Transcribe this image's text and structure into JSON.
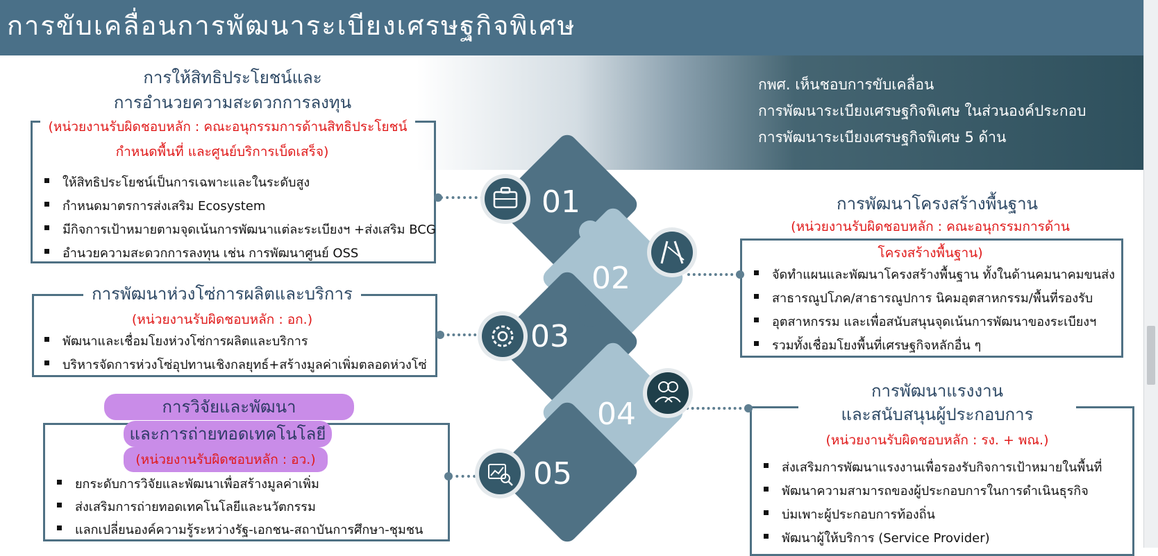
{
  "header": {
    "title": "การขับเคลื่อนการพัฒนาระเบียงเศรษฐกิจพิเศษ"
  },
  "banner": {
    "lines": [
      "กพศ. เห็นชอบการขับเคลื่อน",
      "การพัฒนาระเบียงเศรษฐกิจพิเศษ ในส่วนองค์ประกอบ",
      "การพัฒนาระเบียงเศรษฐกิจพิเศษ 5 ด้าน"
    ]
  },
  "steps": [
    "01",
    "02",
    "03",
    "04",
    "05"
  ],
  "icons": [
    "briefcase-icon",
    "road-icon",
    "gear-icon",
    "people-icon",
    "research-chart-icon"
  ],
  "colors": {
    "header": "#4a7088",
    "title_text": "#2f4a66",
    "responsible": "#e01b1b",
    "puzzle_dark": "#4f7184",
    "puzzle_light": "#a7c2d0",
    "pill": "#c98ce8"
  },
  "sections": {
    "s1": {
      "title": [
        "การให้สิทธิประโยชน์และ",
        "การอำนวยความสะดวกการลงทุน"
      ],
      "responsible": [
        "(หน่วยงานรับผิดชอบหลัก : คณะอนุกรรมการด้านสิทธิประโยชน์",
        "กำหนดพื้นที่ และศูนย์บริการเบ็ดเสร็จ)"
      ],
      "items": [
        "ให้สิทธิประโยชน์เป็นการเฉพาะและในระดับสูง",
        "กำหนดมาตรการส่งเสริม Ecosystem",
        "มีกิจการเป้าหมายตามจุดเน้นการพัฒนาแต่ละระเบียงฯ +ส่งเสริม BCG",
        "อำนวยความสะดวกการลงทุน เช่น การพัฒนาศูนย์ OSS"
      ]
    },
    "s2": {
      "title": "การพัฒนาโครงสร้างพื้นฐาน",
      "responsible": [
        "(หน่วยงานรับผิดชอบหลัก : คณะอนุกรรมการด้าน",
        "โครงสร้างพื้นฐาน)"
      ],
      "items": [
        "จัดทำแผนและพัฒนาโครงสร้างพื้นฐาน ทั้งในด้านคมนาคมขนส่ง",
        "สาธารณูปโภค/สาธารณูปการ นิคมอุตสาหกรรม/พื้นที่รองรับ",
        "อุตสาหกรรม และเพื่อสนับสนุนจุดเน้นการพัฒนาของระเบียงฯ",
        "รวมทั้งเชื่อมโยงพื้นที่เศรษฐกิจหลักอื่น ๆ"
      ]
    },
    "s3": {
      "title": "การพัฒนาห่วงโซ่การผลิตและบริการ",
      "responsible": "(หน่วยงานรับผิดชอบหลัก : อก.)",
      "items": [
        "พัฒนาและเชื่อมโยงห่วงโซ่การผลิตและบริการ",
        "บริหารจัดการห่วงโซ่อุปทานเชิงกลยุทธ์+สร้างมูลค่าเพิ่มตลอดห่วงโซ่"
      ]
    },
    "s4": {
      "title": [
        "การพัฒนาแรงงาน",
        "และสนับสนุนผู้ประกอบการ"
      ],
      "responsible": "(หน่วยงานรับผิดชอบหลัก : รง. + พณ.)",
      "items": [
        "ส่งเสริมการพัฒนาแรงงานเพื่อรองรับกิจการเป้าหมายในพื้นที่",
        "พัฒนาความสามารถของผู้ประกอบการในการดำเนินธุรกิจ",
        "บ่มเพาะผู้ประกอบการท้องถิ่น",
        "พัฒนาผู้ให้บริการ (Service Provider)"
      ]
    },
    "s5": {
      "title": [
        "การวิจัยและพัฒนา",
        "และการถ่ายทอดเทคโนโลยี"
      ],
      "responsible": "(หน่วยงานรับผิดชอบหลัก : อว.)",
      "items": [
        "ยกระดับการวิจัยและพัฒนาเพื่อสร้างมูลค่าเพิ่ม",
        "ส่งเสริมการถ่ายทอดเทคโนโลยีและนวัตกรรม",
        "แลกเปลี่ยนองค์ความรู้ระหว่างรัฐ-เอกชน-สถาบันการศึกษา-ชุมชน"
      ]
    }
  }
}
